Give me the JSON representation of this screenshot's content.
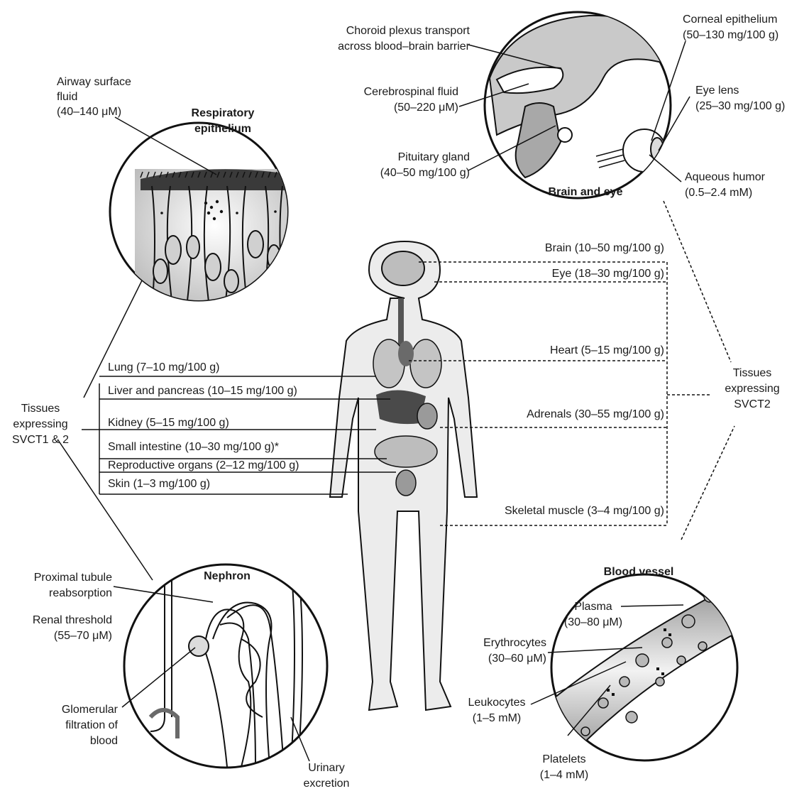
{
  "respiratory": {
    "title_line1": "Respiratory",
    "title_line2": "epithelium",
    "asf_line1": "Airway surface",
    "asf_line2": "fluid",
    "asf_line3": "(40–140 μM)"
  },
  "brain_eye": {
    "title": "Brain and eye",
    "choroid_line1": "Choroid plexus transport",
    "choroid_line2": "across blood–brain barrier",
    "csf_line1": "Cerebrospinal fluid",
    "csf_line2": "(50–220 μM)",
    "pituitary_line1": "Pituitary gland",
    "pituitary_line2": "(40–50 mg/100 g)",
    "corneal_line1": "Corneal epithelium",
    "corneal_line2": "(50–130 mg/100 g)",
    "lens_line1": "Eye lens",
    "lens_line2": "(25–30 mg/100 g)",
    "aqueous_line1": "Aqueous humor",
    "aqueous_line2": "(0.5–2.4 mM)"
  },
  "svct2": {
    "line1": "Tissues",
    "line2": "expressing",
    "line3": "SVCT2",
    "brain": "Brain (10–50 mg/100 g)",
    "eye": "Eye (18–30 mg/100 g)",
    "heart": "Heart (5–15 mg/100 g)",
    "adrenals": "Adrenals (30–55 mg/100 g)",
    "muscle": "Skeletal muscle (3–4 mg/100 g)"
  },
  "svct12": {
    "line1": "Tissues",
    "line2": "expressing",
    "line3": "SVCT1 & 2",
    "lung": "Lung (7–10 mg/100 g)",
    "liver": "Liver and pancreas (10–15 mg/100 g)",
    "kidney": "Kidney (5–15 mg/100 g)",
    "intestine": "Small intestine (10–30 mg/100 g)*",
    "repro": "Reproductive organs (2–12 mg/100 g)",
    "skin": "Skin (1–3 mg/100 g)"
  },
  "nephron": {
    "title": "Nephron",
    "prox_line1": "Proximal tubule",
    "prox_line2": "reabsorption",
    "renal_line1": "Renal threshold",
    "renal_line2": "(55–70 μM)",
    "glom_line1": "Glomerular",
    "glom_line2": "filtration of",
    "glom_line3": "blood",
    "urinary_line1": "Urinary",
    "urinary_line2": "excretion"
  },
  "blood": {
    "title": "Blood vessel",
    "plasma_line1": "Plasma",
    "plasma_line2": "(30–80 μM)",
    "ery_line1": "Erythrocytes",
    "ery_line2": "(30–60 μM)",
    "leuko_line1": "Leukocytes",
    "leuko_line2": "(1–5 mM)",
    "plate_line1": "Platelets",
    "plate_line2": "(1–4 mM)"
  },
  "colors": {
    "ink": "#1a1a1a",
    "body_fill": "#ececec",
    "organ_dark": "#4a4a4a",
    "organ_mid": "#9a9a9a"
  }
}
